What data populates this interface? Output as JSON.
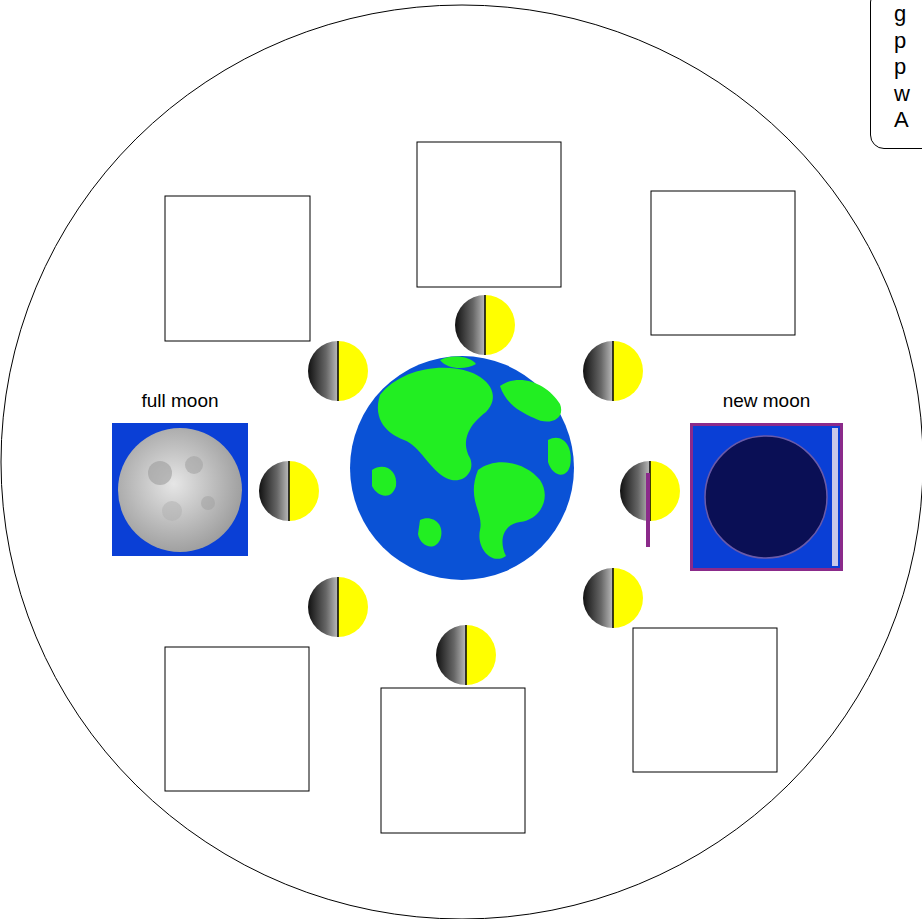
{
  "diagram": {
    "nodes": [
      {
        "text": [
          "g p p w A"
        ]
      },
      {
        "text": [
          "full moon"
        ]
      },
      {
        "text": [
          "new moon"
        ]
      }
    ]
  }
}
